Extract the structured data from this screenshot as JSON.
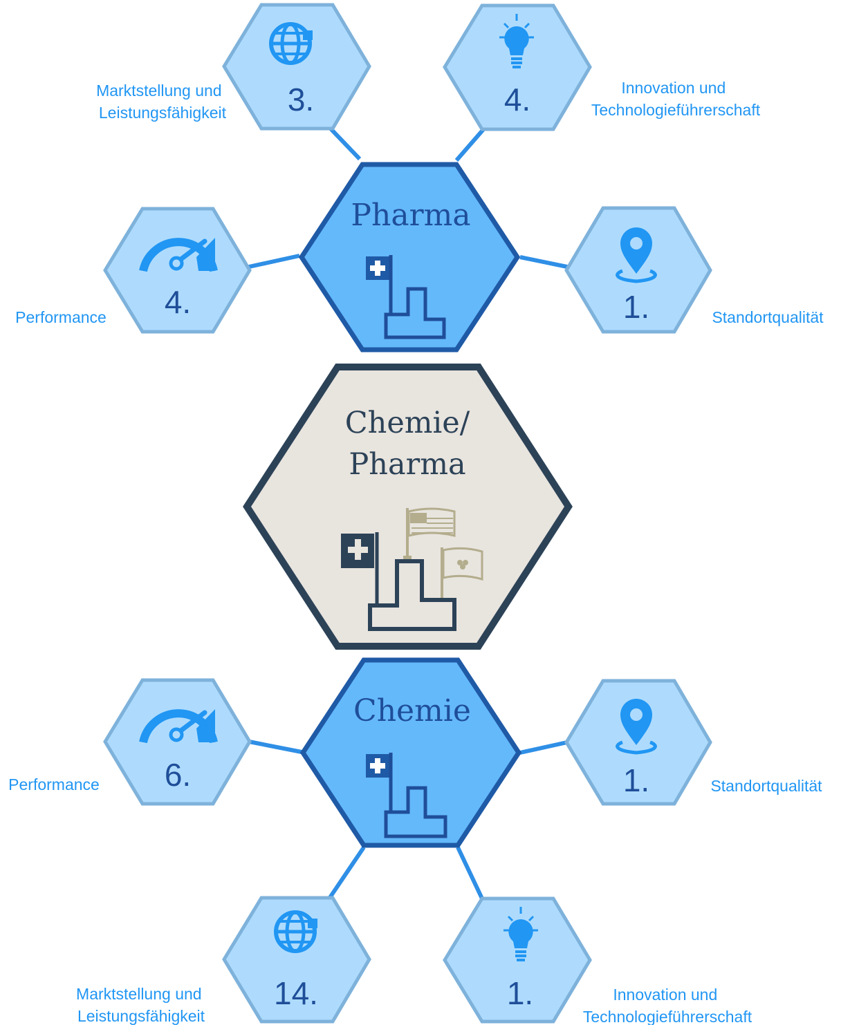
{
  "colors": {
    "link_line": "#2f8fe6",
    "pharma_fill": "#64b9fb",
    "pharma_stroke": "#1f5aa6",
    "small_fill": "#aedbfd",
    "small_stroke": "#7eb2db",
    "icon_blue": "#2196f3",
    "number_blue": "#1f4e99",
    "label_blue": "#2196f3",
    "center_fill": "#e8e4de",
    "center_stroke": "#2c4257",
    "center_text": "#2c4257",
    "khaki": "#b3ad8d"
  },
  "center": {
    "title_line1": "Chemie/",
    "title_line2": "Pharma",
    "icon": "podium-with-swiss-us-irish-flags"
  },
  "pharma": {
    "title": "Pharma",
    "icon": "podium-with-swiss-flag",
    "satellites": [
      {
        "id": "market",
        "icon": "globe-icon",
        "rank": "3.",
        "label_lines": [
          "Marktstellung und",
          "Leistungsfähigkeit"
        ]
      },
      {
        "id": "innovation",
        "icon": "lightbulb-icon",
        "rank": "4.",
        "label_lines": [
          "Innovation und",
          "Technologieführerschaft"
        ]
      },
      {
        "id": "performance",
        "icon": "speedometer-icon",
        "rank": "4.",
        "label_lines": [
          "Performance"
        ]
      },
      {
        "id": "location",
        "icon": "location-pin-icon",
        "rank": "1.",
        "label_lines": [
          "Standortqualität"
        ]
      }
    ]
  },
  "chemie": {
    "title": "Chemie",
    "icon": "podium-with-swiss-flag",
    "satellites": [
      {
        "id": "performance",
        "icon": "speedometer-icon",
        "rank": "6.",
        "label_lines": [
          "Performance"
        ]
      },
      {
        "id": "location",
        "icon": "location-pin-icon",
        "rank": "1.",
        "label_lines": [
          "Standortqualität"
        ]
      },
      {
        "id": "market",
        "icon": "globe-icon",
        "rank": "14.",
        "label_lines": [
          "Marktstellung und",
          "Leistungsfähigkeit"
        ]
      },
      {
        "id": "innovation",
        "icon": "lightbulb-icon",
        "rank": "1.",
        "label_lines": [
          "Innovation und",
          "Technologieführerschaft"
        ]
      }
    ]
  }
}
